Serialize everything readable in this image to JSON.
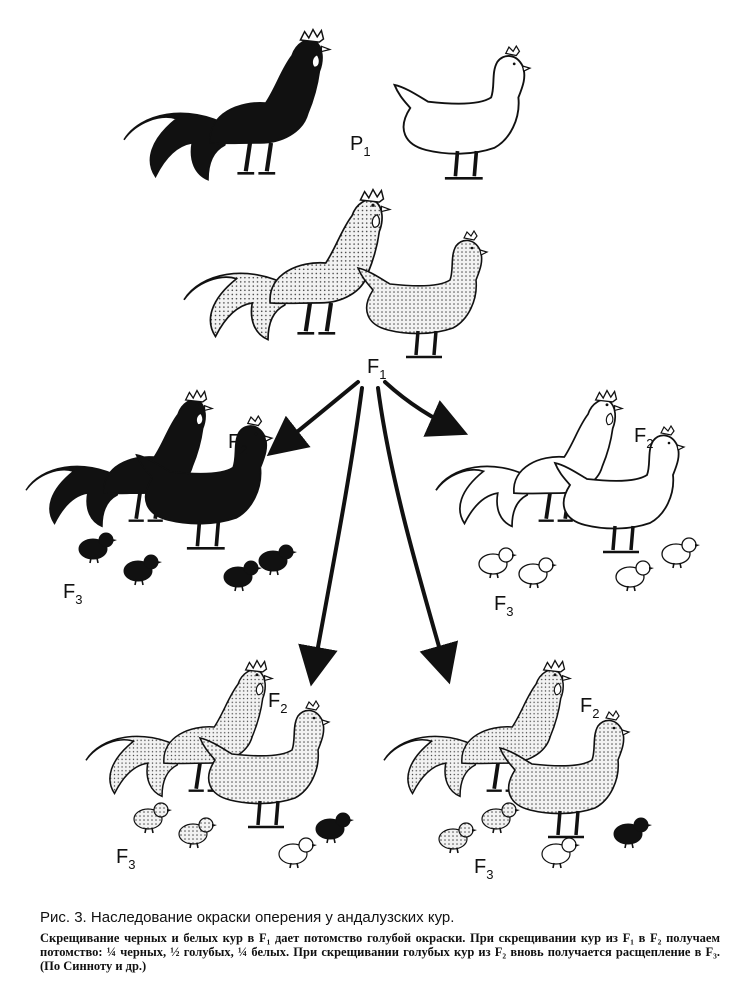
{
  "labels": {
    "p": "P",
    "p_sub": "1",
    "f": "F",
    "one": "1",
    "two": "2",
    "three": "3"
  },
  "caption": {
    "title": "Рис. 3. Наследование окраски оперения у андалузских кур.",
    "body": "Скрещивание черных и белых кур в F₁ дает потомство голубой окраски. При скрещивании кур из F₁ в F₂ получаем потомство: ¼ черных, ½ голубых, ¼ белых. При скрещивании голубых кур из F₂ вновь получается расщепление в F₃. (По Синноту и др.)"
  },
  "colors": {
    "black": "#111111",
    "white": "#ffffff",
    "blue": "#e4e4e4",
    "ink": "#111111"
  }
}
